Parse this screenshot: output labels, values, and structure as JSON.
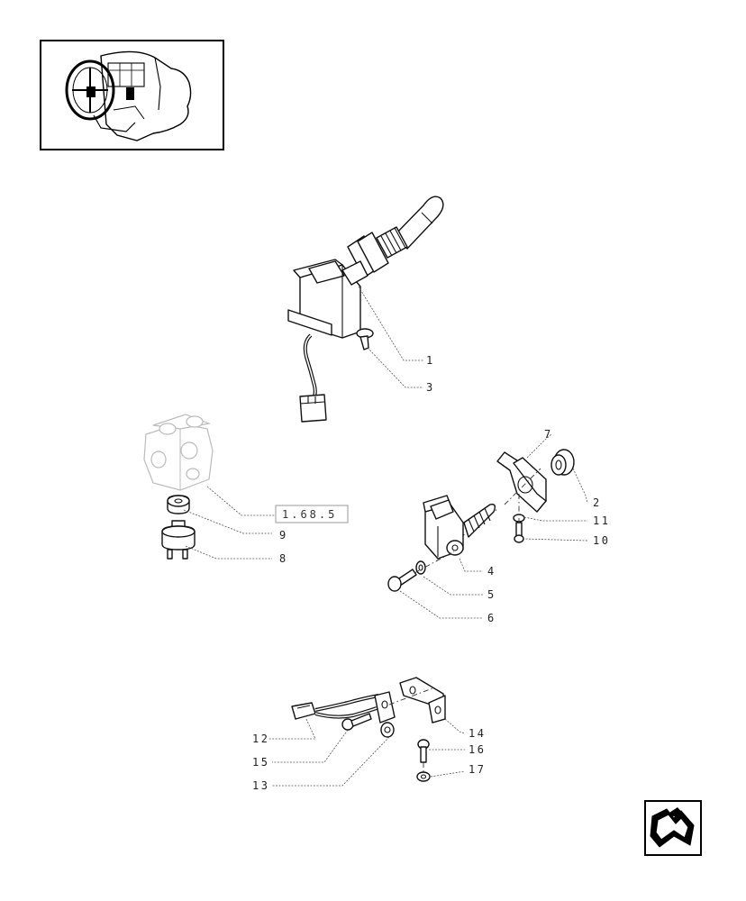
{
  "ref_box": {
    "text": "1.68.5"
  },
  "callouts": [
    {
      "id": "1",
      "text": "1"
    },
    {
      "id": "3",
      "text": "3"
    },
    {
      "id": "7",
      "text": "7"
    },
    {
      "id": "2",
      "text": "2"
    },
    {
      "id": "11",
      "text": "11"
    },
    {
      "id": "10",
      "text": "10"
    },
    {
      "id": "9",
      "text": "9"
    },
    {
      "id": "8",
      "text": "8"
    },
    {
      "id": "4",
      "text": "4"
    },
    {
      "id": "5",
      "text": "5"
    },
    {
      "id": "6",
      "text": "6"
    },
    {
      "id": "14",
      "text": "14"
    },
    {
      "id": "12",
      "text": "12"
    },
    {
      "id": "16",
      "text": "16"
    },
    {
      "id": "15",
      "text": "15"
    },
    {
      "id": "17",
      "text": "17"
    },
    {
      "id": "13",
      "text": "13"
    }
  ],
  "icons": {
    "thumbnail": "tractor-dashboard-location-icon",
    "nav": "return-arrow-icon"
  }
}
